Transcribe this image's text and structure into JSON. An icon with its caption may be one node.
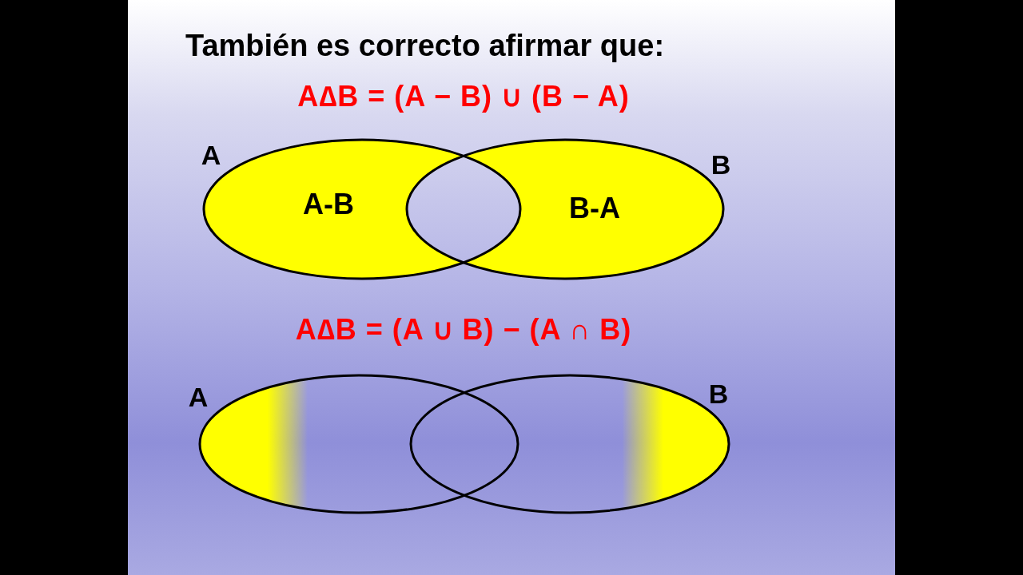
{
  "diagram": {
    "title": "También es correcto afirmar que:",
    "nodes": [
      {
        "text": [
          "A-B"
        ],
        "beside": [
          "A"
        ]
      },
      {
        "text": [
          "B-A"
        ],
        "beside": [
          "B"
        ]
      },
      {
        "text": [],
        "shape": "ellipse",
        "beside": [
          "A"
        ]
      },
      {
        "text": [],
        "shape": "ellipse",
        "beside": [
          "B"
        ]
      }
    ],
    "labels": [
      "A∆B = (A − B) ∪ (B − A)",
      "A∆B = (A ∪ B) − (A ∩ B)"
    ]
  }
}
